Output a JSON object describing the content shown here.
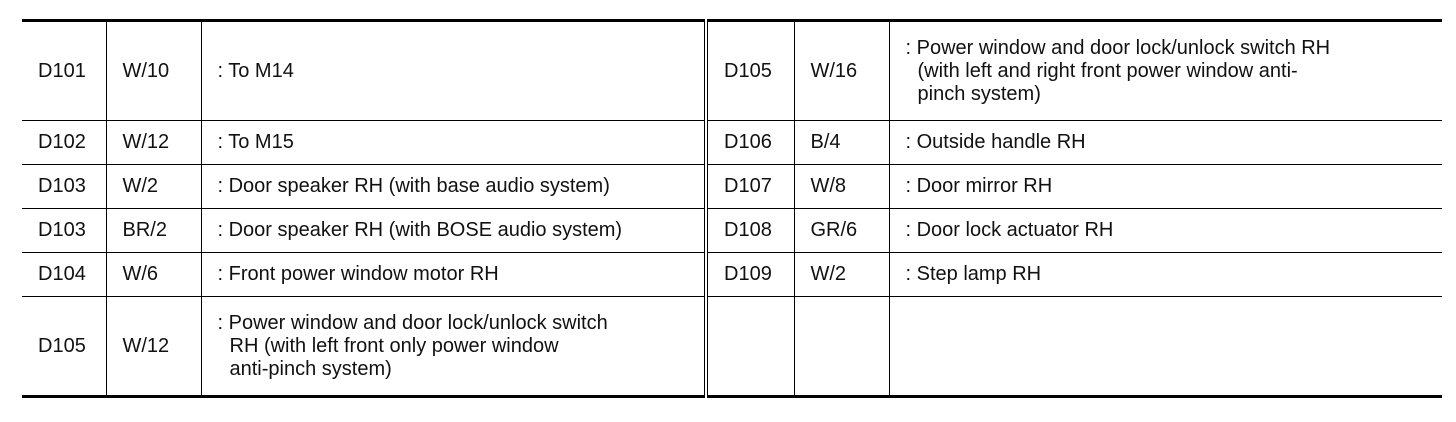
{
  "rows": [
    {
      "left": {
        "code": "D101",
        "conn": "W/10",
        "desc": [
          ": To M14"
        ]
      },
      "right": {
        "code": "D105",
        "conn": "W/16",
        "desc": [
          ": Power window and door lock/unlock switch RH",
          "(with left and right front power window anti-",
          "pinch system)"
        ]
      }
    },
    {
      "left": {
        "code": "D102",
        "conn": "W/12",
        "desc": [
          ": To M15"
        ]
      },
      "right": {
        "code": "D106",
        "conn": "B/4",
        "desc": [
          ": Outside handle RH"
        ]
      }
    },
    {
      "left": {
        "code": "D103",
        "conn": "W/2",
        "desc": [
          ": Door speaker RH (with base audio system)"
        ]
      },
      "right": {
        "code": "D107",
        "conn": "W/8",
        "desc": [
          ": Door mirror RH"
        ]
      }
    },
    {
      "left": {
        "code": "D103",
        "conn": "BR/2",
        "desc": [
          ": Door speaker RH (with BOSE audio system)"
        ]
      },
      "right": {
        "code": "D108",
        "conn": "GR/6",
        "desc": [
          ": Door lock actuator RH"
        ]
      }
    },
    {
      "left": {
        "code": "D104",
        "conn": "W/6",
        "desc": [
          ": Front power window motor RH"
        ]
      },
      "right": {
        "code": "D109",
        "conn": "W/2",
        "desc": [
          ": Step lamp RH"
        ]
      }
    },
    {
      "left": {
        "code": "D105",
        "conn": "W/12",
        "desc": [
          ": Power window and door lock/unlock switch",
          "RH (with left front only power window",
          "anti-pinch system)"
        ]
      },
      "right": {
        "code": "",
        "conn": "",
        "desc": [
          ""
        ]
      }
    }
  ]
}
